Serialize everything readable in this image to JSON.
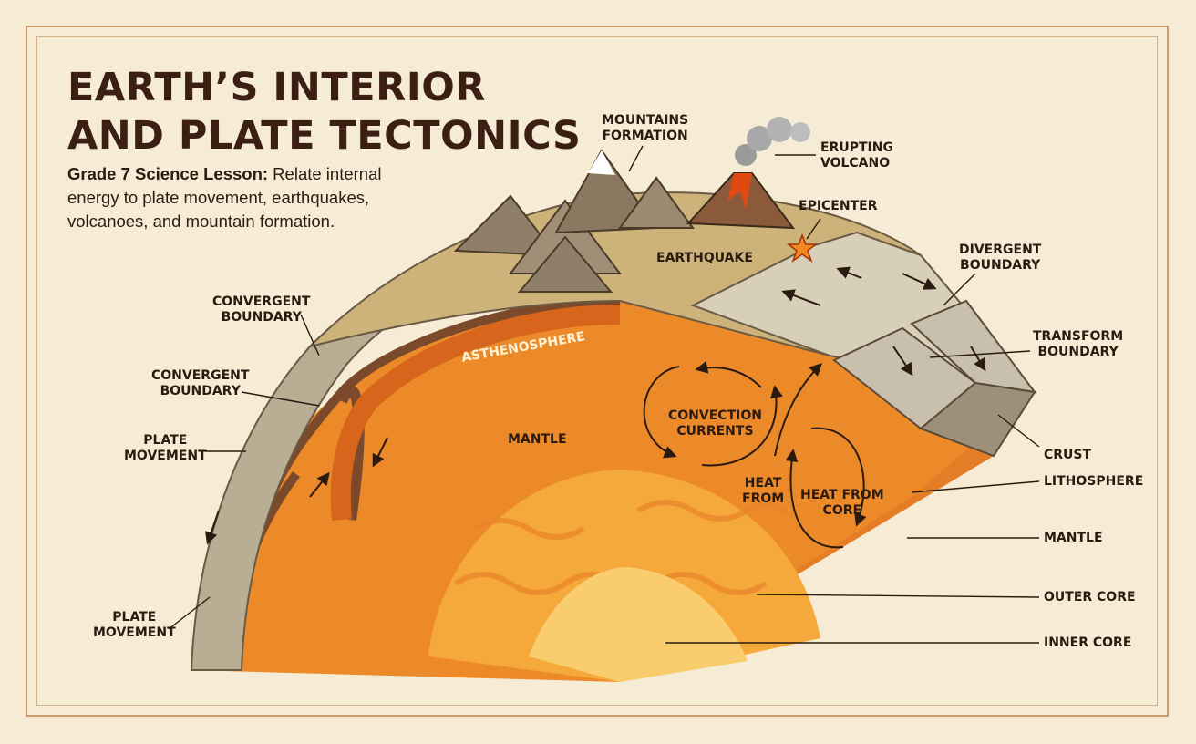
{
  "title": {
    "line1": "EARTH’S INTERIOR",
    "line2": "AND PLATE TECTONICS"
  },
  "lesson": {
    "lead": "Grade 7 Science Lesson:",
    "text": " Relate internal energy to plate movement, earthquakes, volcanoes, and mountain formation."
  },
  "labels": {
    "mountains_formation_1": "MOUNTAINS",
    "mountains_formation_2": "FORMATION",
    "erupting_volcano_1": "ERUPTING",
    "erupting_volcano_2": "VOLCANO",
    "epicenter": "EPICENTER",
    "earthquake": "EARTHQUAKE",
    "divergent_boundary_1": "DIVERGENT",
    "divergent_boundary_2": "BOUNDARY",
    "transform_boundary_1": "TRANSFORM",
    "transform_boundary_2": "BOUNDARY",
    "convergent_boundary_a_1": "CONVERGENT",
    "convergent_boundary_a_2": "BOUNDARY",
    "convergent_boundary_b_1": "CONVERGENT",
    "convergent_boundary_b_2": "BOUNDARY",
    "plate_movement_a_1": "PLATE",
    "plate_movement_a_2": "MOVEMENT",
    "plate_movement_b_1": "PLATE",
    "plate_movement_b_2": "MOVEMENT",
    "asthenosphere": "ASTHENOSPHERE",
    "mantle_inner": "MANTLE",
    "convection_currents_1": "CONVECTION",
    "convection_currents_2": "CURRENTS",
    "heat_from_a_1": "HEAT",
    "heat_from_a_2": "FROM",
    "heat_from_core_1": "HEAT FROM",
    "heat_from_core_2": "CORE",
    "crust": "CRUST",
    "lithosphere": "LITHOSPHERE",
    "mantle": "MANTLE",
    "outer_core": "OUTER CORE",
    "inner_core": "INNER CORE"
  },
  "colors": {
    "background": "#f6ecd6",
    "frame": "#c89a6e",
    "title": "#3a1f12",
    "crust": "#b9ad94",
    "surface": "#cdb27a",
    "mantle": "#ec8a2a",
    "mantle_dark": "#d8651c",
    "outer_core": "#f4a93a",
    "inner_core": "#f9cd6e",
    "lava": "#e04a12"
  },
  "icons": {
    "epicenter": "star-icon",
    "volcano_smoke": "smoke-cloud-icon"
  }
}
